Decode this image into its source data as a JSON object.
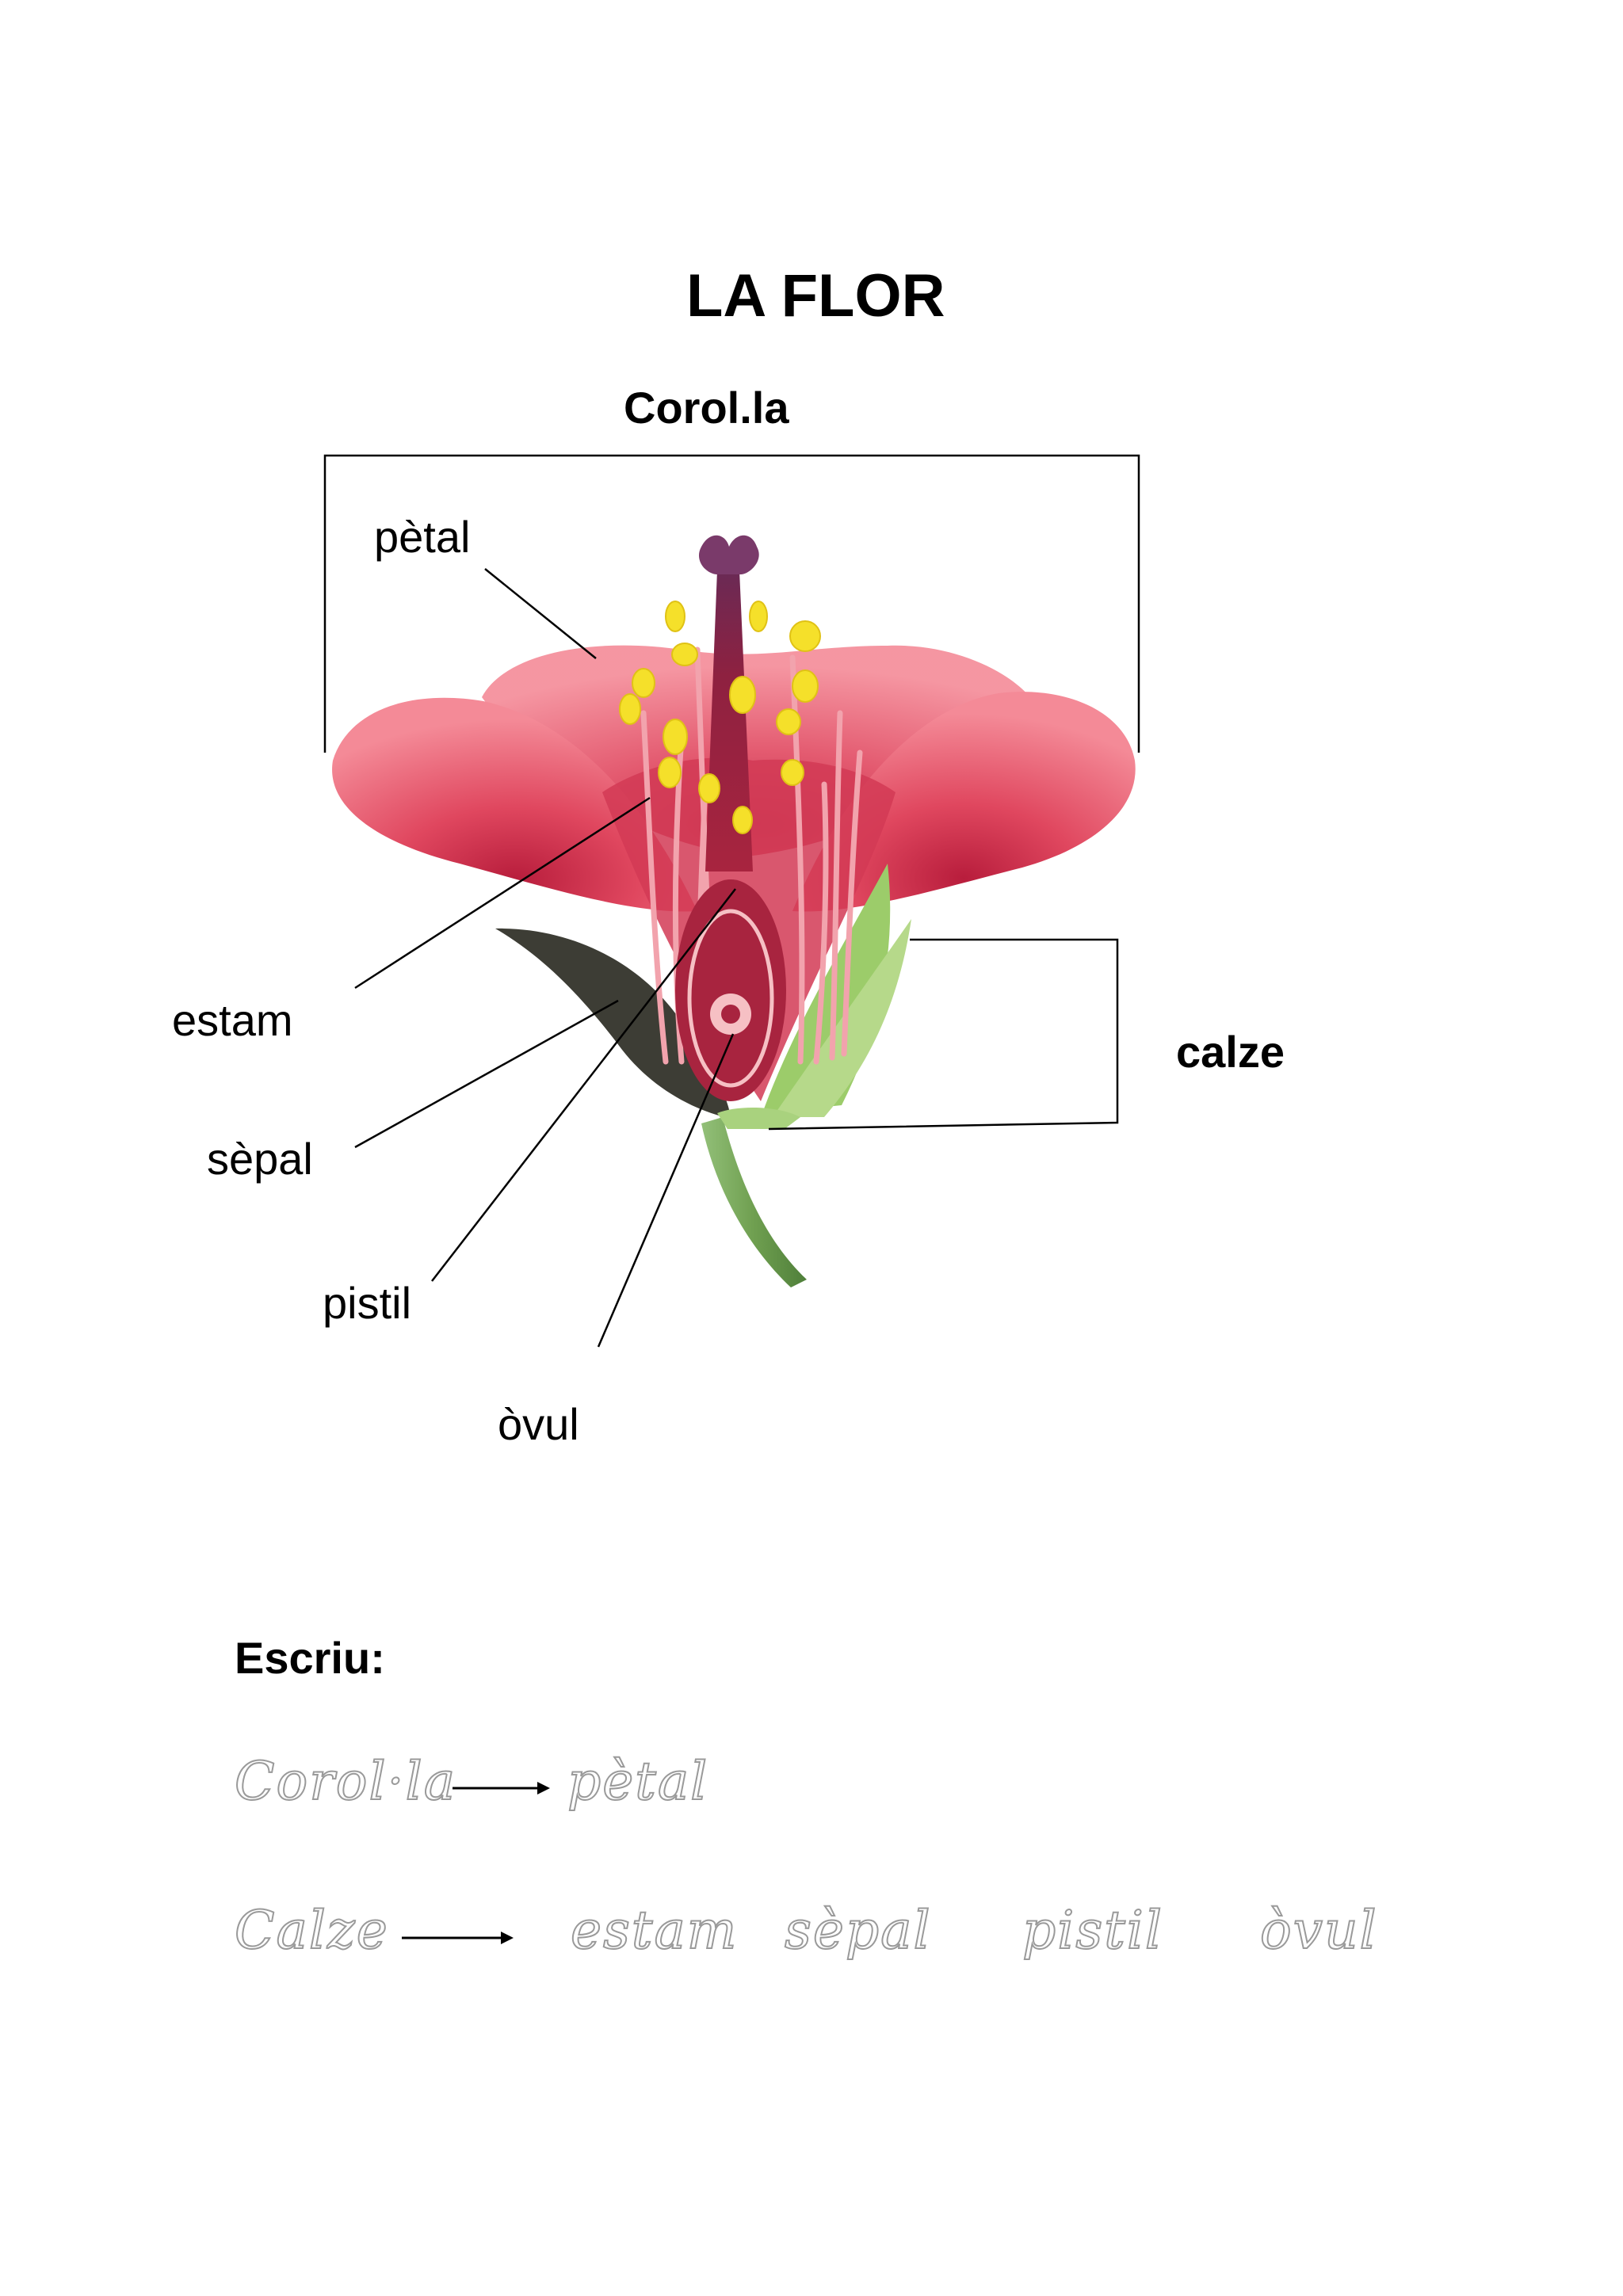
{
  "title": "LA FLOR",
  "corolla_label": "Corol.la",
  "calyx_label": "calze",
  "labels": {
    "petal": "pètal",
    "stamen": "estam",
    "sepal": "sèpal",
    "pistil": "pistil",
    "ovule": "òvul"
  },
  "exercise": {
    "heading": "Escriu:",
    "row1": {
      "group": "Corol·la",
      "items": [
        "pètal"
      ]
    },
    "row2": {
      "group": "Calze",
      "items": [
        "estam",
        "sèpal",
        "pistil",
        "òvul"
      ]
    }
  },
  "colors": {
    "petal": "#e0475f",
    "petal_light": "#f07d8b",
    "anther": "#f5e02a",
    "stigma": "#7a3a6a",
    "sepal_green": "#9ccc6a",
    "sepal_dark": "#3d3d35",
    "stem": "#6f9f50"
  }
}
